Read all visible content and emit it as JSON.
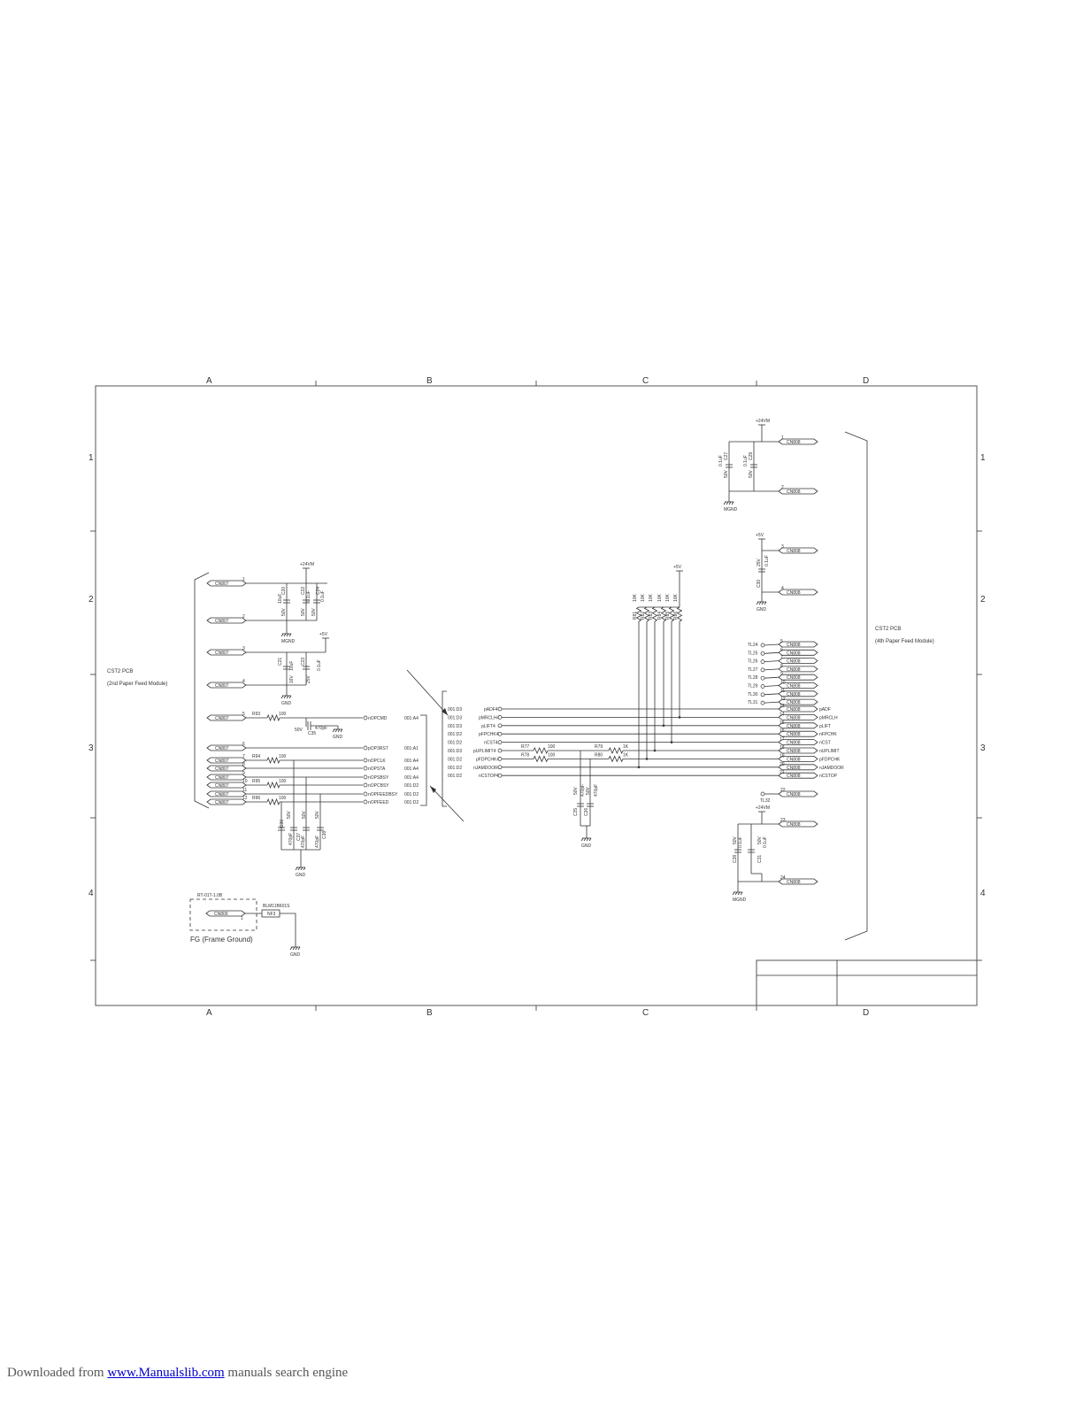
{
  "zones": {
    "columns": [
      "A",
      "B",
      "C",
      "D"
    ],
    "rows": [
      "1",
      "2",
      "3",
      "4"
    ]
  },
  "blocks": {
    "left": {
      "line1": "CST2 PCB",
      "line2": "(2nd Paper Feed Module)"
    },
    "right": {
      "line1": "CST2 PCB",
      "line2": "(4th Paper Feed Module)"
    },
    "fg": {
      "part": "RT-01T-1.0B",
      "ferrite": "BLM11B601S",
      "nf": "NF3",
      "conn": "CN809",
      "label": "FG (Frame Ground)"
    }
  },
  "supplies": {
    "p24vm": "+24VM",
    "p5v": "+5V",
    "gnd": "GND",
    "mgnd": "MGND"
  },
  "left_connector": {
    "name": "CN807",
    "pins": [
      "1",
      "2",
      "3",
      "4",
      "5",
      "6",
      "7",
      "8",
      "9",
      "10",
      "11",
      "12"
    ],
    "nets": [
      {
        "name": "nOPCMD",
        "ref": "001:A4"
      },
      {
        "name": "pOP3RST",
        "ref": "001:A1"
      },
      {
        "name": "nOPCLK",
        "ref": "001:A4"
      },
      {
        "name": "nOPSTA",
        "ref": "001:A4"
      },
      {
        "name": "nOPSBSY",
        "ref": "001:A4"
      },
      {
        "name": "nOPCBSY",
        "ref": "001:D2"
      },
      {
        "name": "nOPFEEDBSY",
        "ref": "001:D2"
      },
      {
        "name": "nOPFEED",
        "ref": "001:D2"
      }
    ],
    "resistors": [
      {
        "ref": "R93",
        "value": "100"
      },
      {
        "ref": "R94",
        "value": "100"
      },
      {
        "ref": "R95",
        "value": "100"
      },
      {
        "ref": "R96",
        "value": "100"
      }
    ],
    "caps": [
      {
        "ref": "C20",
        "value": "10uF",
        "rating": "50V"
      },
      {
        "ref": "C22",
        "value": "0.1uF",
        "rating": "50V"
      },
      {
        "ref": "C24",
        "value": "0.1uF",
        "rating": "50V"
      },
      {
        "ref": "C21",
        "value": "10uF",
        "rating": "16V"
      },
      {
        "ref": "C23",
        "value": "0.1uF",
        "rating": "25V"
      },
      {
        "ref": "C35",
        "value": "470pF",
        "rating": "50V"
      },
      {
        "ref": "C36",
        "value": "470pF",
        "rating": "50V"
      },
      {
        "ref": "C37",
        "value": "470pF",
        "rating": "50V"
      },
      {
        "ref": "C38",
        "value": "470pF",
        "rating": "50V"
      }
    ]
  },
  "center_bus": {
    "refs": [
      "001:D3",
      "001:D3",
      "001:D3",
      "001:D2",
      "001:D2",
      "001:D3",
      "001:D2",
      "001:D2",
      "001:D2"
    ],
    "signals": [
      "pADF4",
      "pMRCLH4",
      "pLIFT4",
      "pFPCHK4",
      "nCST4",
      "pUPLIMIT4",
      "pFDPCHK4",
      "nJAMDOOR4",
      "nCSTOP4"
    ],
    "pullups": [
      "R81",
      "R82",
      "R83",
      "R84",
      "R85",
      "R86"
    ],
    "pullup_value": "10K",
    "series": [
      {
        "ref": "R77",
        "value": "100"
      },
      {
        "ref": "R78",
        "value": "100"
      },
      {
        "ref": "R79",
        "value": "1K"
      },
      {
        "ref": "R80",
        "value": "1K"
      }
    ],
    "caps": [
      {
        "ref": "C25",
        "rating": "50V",
        "value": "470pF"
      },
      {
        "ref": "C26",
        "rating": "50V",
        "value": "470pF"
      }
    ]
  },
  "right_connector": {
    "name": "CN808",
    "testpoints": [
      "TL24",
      "TL25",
      "TL26",
      "TL27",
      "TL28",
      "TL29",
      "TL30",
      "TL31"
    ],
    "signal_pins": [
      "14",
      "15",
      "16",
      "17",
      "18",
      "19",
      "20",
      "21"
    ],
    "signals": [
      "pADF",
      "pMRCLH",
      "pLIFT",
      "nFPCHK",
      "nCST",
      "nUPLIMIT",
      "pFDPCHK",
      "nJAMDOOR",
      "nCSTOP"
    ],
    "pin22_tp": "TL32",
    "caps": [
      {
        "ref": "C27",
        "value": "0.1uF",
        "rating": "50V"
      },
      {
        "ref": "C29",
        "value": "0.1uF",
        "rating": "50V"
      },
      {
        "ref": "C30",
        "value": "0.1uF",
        "rating": "25V"
      },
      {
        "ref": "C28",
        "value": "0.1uF",
        "rating": "50V"
      },
      {
        "ref": "C31",
        "value": "0.1uF",
        "rating": "50V"
      }
    ]
  },
  "footer": {
    "prefix": "Downloaded from ",
    "link": "www.Manualslib.com",
    "suffix": " manuals search engine"
  }
}
